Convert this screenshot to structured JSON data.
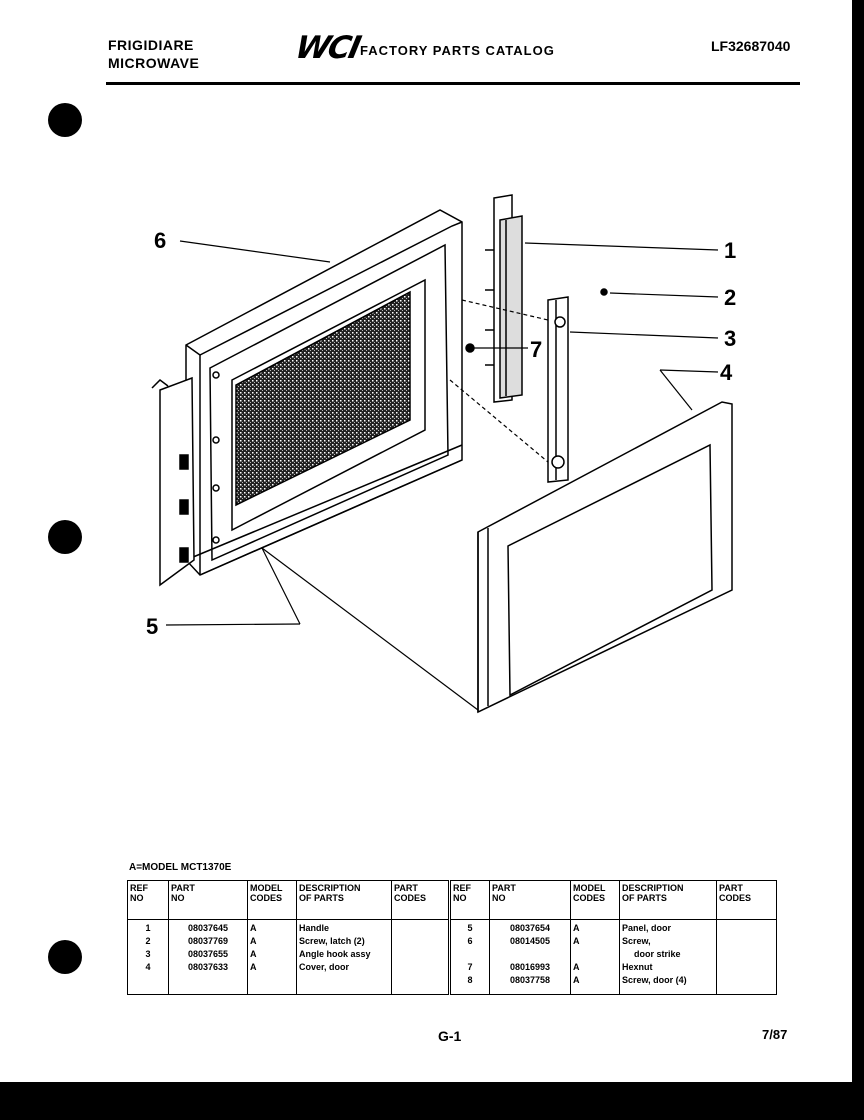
{
  "header": {
    "brand_line1": "FRIGIDIARE",
    "brand_line2": "MICROWAVE",
    "logo": "WCI",
    "catalog_title": "FACTORY PARTS CATALOG",
    "catalog_number": "LF32687040"
  },
  "callouts": [
    "1",
    "2",
    "3",
    "4",
    "5",
    "6",
    "7"
  ],
  "model_note": "A=MODEL MCT1370E",
  "table": {
    "headers": {
      "ref_no": "REF\nNO",
      "part_no": "PART\nNO",
      "model_codes": "MODEL\nCODES",
      "description": "DESCRIPTION\nOF PARTS",
      "part_codes": "PART\nCODES"
    },
    "left": {
      "ref": [
        "1",
        "2",
        "3",
        "4"
      ],
      "part": [
        "08037645",
        "08037769",
        "08037655",
        "08037633"
      ],
      "model": [
        "A",
        "A",
        "A",
        "A"
      ],
      "desc": [
        "Handle",
        "Screw, latch (2)",
        "Angle hook assy",
        "Cover, door"
      ],
      "codes": [
        "",
        "",
        "",
        ""
      ]
    },
    "right": {
      "ref": [
        "5",
        "6",
        "",
        "7",
        "8"
      ],
      "part": [
        "08037654",
        "08014505",
        "",
        "08016993",
        "08037758"
      ],
      "model": [
        "A",
        "A",
        "",
        "A",
        "A"
      ],
      "desc": [
        "Panel, door",
        "Screw,",
        "door strike",
        "Hexnut",
        "Screw, door (4)"
      ],
      "codes": [
        "",
        "",
        "",
        "",
        ""
      ]
    }
  },
  "footer": {
    "page": "G-1",
    "date": "7/87"
  }
}
